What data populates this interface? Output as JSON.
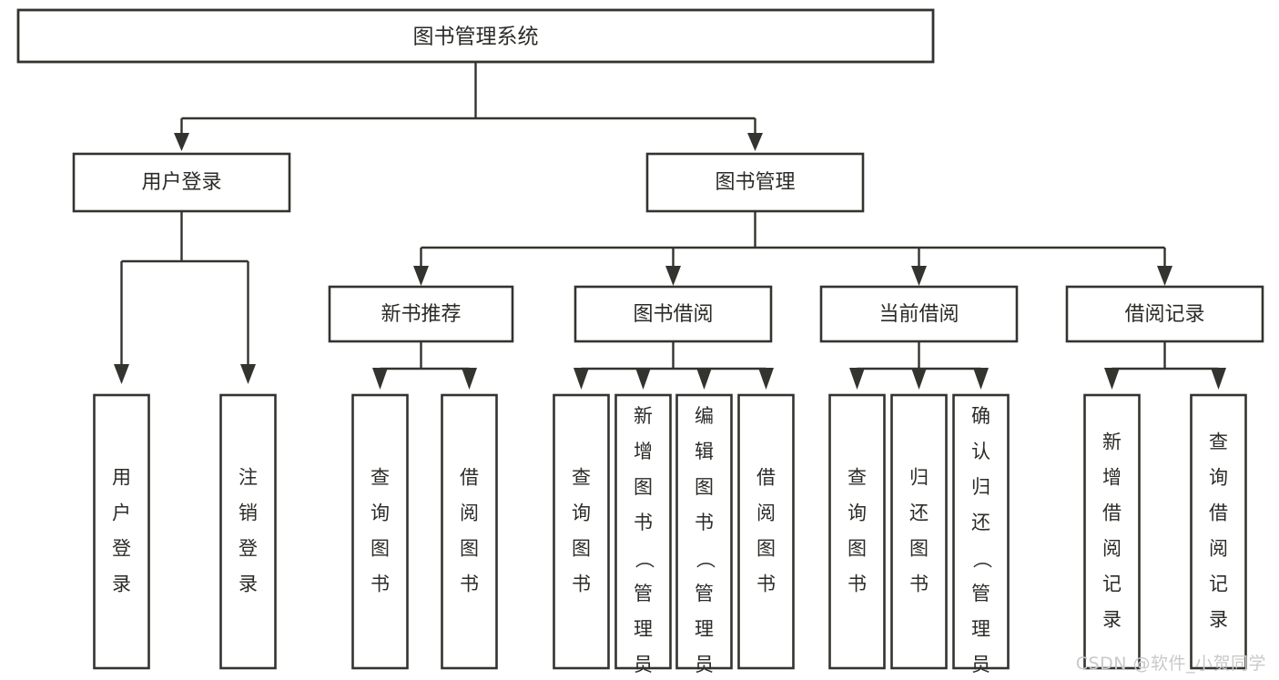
{
  "diagram": {
    "title": "图书管理系统",
    "type": "tree-hierarchy-diagram",
    "colors": {
      "box_stroke": "#33332f",
      "box_fill": "#ffffff",
      "text": "#2b2b28",
      "background": "#ffffff",
      "watermark": "#c9c9c9"
    },
    "root": {
      "label": "图书管理系统"
    },
    "level2": [
      {
        "label": "用户登录"
      },
      {
        "label": "图书管理"
      }
    ],
    "level3": [
      {
        "label": "新书推荐"
      },
      {
        "label": "图书借阅"
      },
      {
        "label": "当前借阅"
      },
      {
        "label": "借阅记录"
      }
    ],
    "leaves": {
      "user_login": [
        {
          "label": "用户登录"
        },
        {
          "label": "注销登录"
        }
      ],
      "new_book_recommend": [
        {
          "label": "查询图书"
        },
        {
          "label": "借阅图书"
        }
      ],
      "book_borrow": [
        {
          "label": "查询图书"
        },
        {
          "label": "新增图书（管理员）"
        },
        {
          "label": "编辑图书（管理员）"
        },
        {
          "label": "借阅图书"
        }
      ],
      "current_borrow": [
        {
          "label": "查询图书"
        },
        {
          "label": "归还图书"
        },
        {
          "label": "确认归还（管理员）"
        }
      ],
      "borrow_record": [
        {
          "label": "新增借阅记录"
        },
        {
          "label": "查询借阅记录"
        }
      ]
    }
  },
  "watermark": {
    "text": "CSDN @软件_小贺同学"
  }
}
